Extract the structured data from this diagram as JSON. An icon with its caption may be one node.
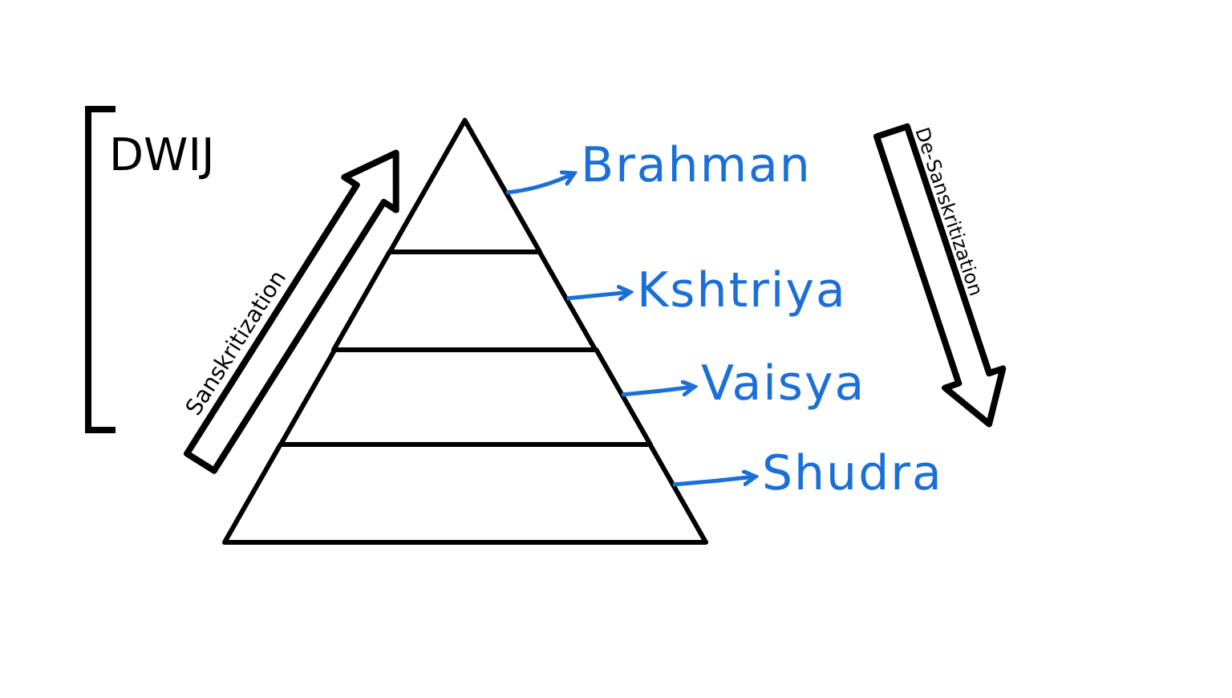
{
  "diagram": {
    "nodes": [
      {
        "text": [],
        "shape": "triangle"
      },
      {
        "text": [],
        "shape": "band"
      },
      {
        "text": [],
        "shape": "band"
      },
      {
        "text": [],
        "shape": "band"
      },
      {
        "text": [
          "Brahman"
        ]
      },
      {
        "text": [
          "Kshtriya"
        ]
      },
      {
        "text": [
          "Vaisya"
        ]
      },
      {
        "text": [
          "Shudra"
        ]
      }
    ],
    "edges": [
      {
        "from": 0,
        "to": 4,
        "arrow": "to"
      },
      {
        "from": 1,
        "to": 5,
        "arrow": "to"
      },
      {
        "from": 2,
        "to": 6,
        "arrow": "to"
      },
      {
        "from": 3,
        "to": 7,
        "arrow": "to"
      }
    ],
    "labels": [
      "DWIJ",
      "Sanskritization",
      "De-Sanskritization"
    ]
  }
}
